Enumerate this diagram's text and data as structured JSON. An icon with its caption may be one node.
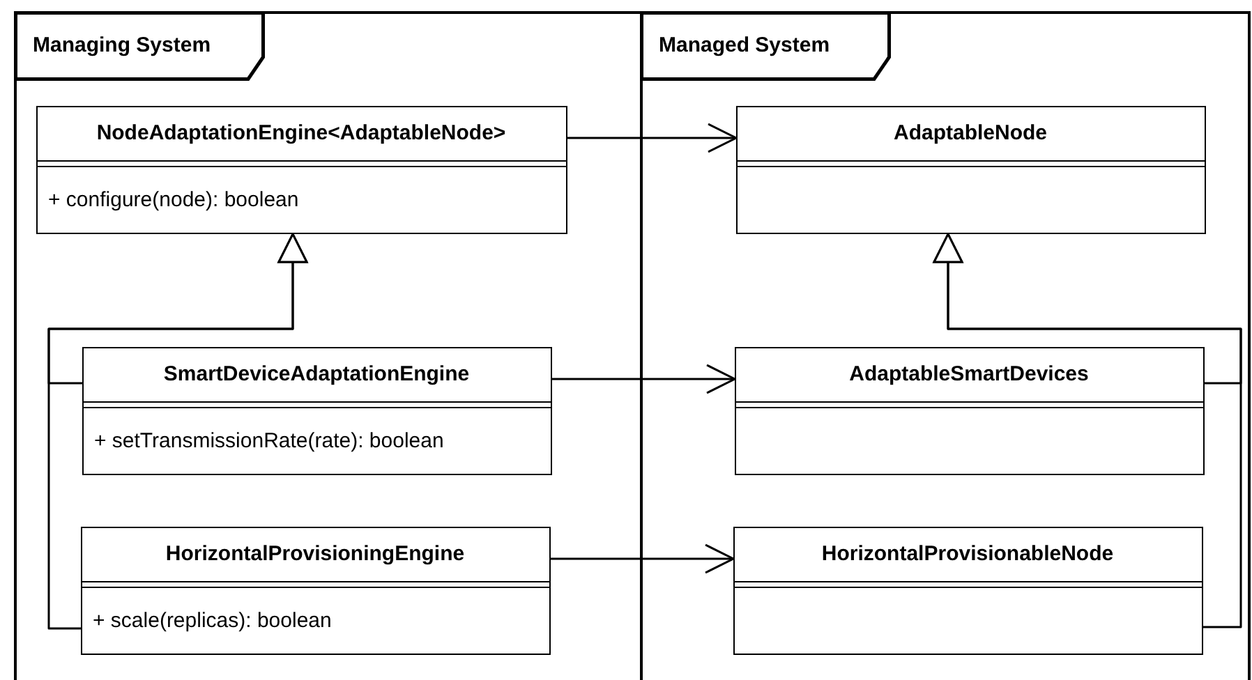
{
  "diagram": {
    "nodes": [
      {
        "text": [
          "Managing System"
        ]
      },
      {
        "text": [
          "NodeAdaptationEngine<AdaptableNode>",
          "+ configure(node): boolean"
        ],
        "in": 0
      },
      {
        "text": [
          "SmartDeviceAdaptationEngine",
          "+ setTransmissionRate(rate): boolean"
        ],
        "in": 0
      },
      {
        "text": [
          "HorizontalProvisioningEngine",
          "+ scale(replicas): boolean"
        ],
        "in": 0
      },
      {
        "text": [
          "Managed System"
        ]
      },
      {
        "text": [
          "AdaptableNode"
        ],
        "in": 4
      },
      {
        "text": [
          "AdaptableSmartDevices"
        ],
        "in": 4
      },
      {
        "text": [
          "HorizontalProvisionableNode"
        ],
        "in": 4
      }
    ],
    "edges": [
      {
        "from": 2,
        "to": 1,
        "arrow": "to"
      },
      {
        "from": 3,
        "to": 1,
        "arrow": "to"
      },
      {
        "from": 1,
        "to": 5,
        "arrow": "to"
      },
      {
        "from": 2,
        "to": 6,
        "arrow": "to"
      },
      {
        "from": 3,
        "to": 7,
        "arrow": "to"
      },
      {
        "from": 6,
        "to": 5,
        "arrow": "to"
      },
      {
        "from": 7,
        "to": 5,
        "arrow": "to"
      }
    ]
  }
}
